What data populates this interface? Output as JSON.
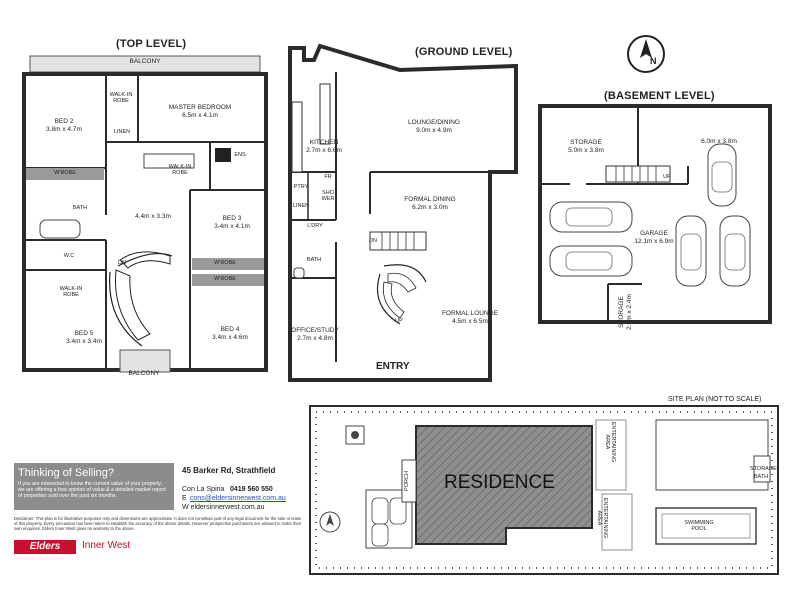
{
  "levels": {
    "top": "(TOP LEVEL)",
    "ground": "(GROUND LEVEL)",
    "basement": "(BASEMENT LEVEL)"
  },
  "top_level": {
    "balcony_top": "BALCONY",
    "balcony_bottom": "BALCONY",
    "bed2": {
      "name": "BED 2",
      "size": "3.8m x 4.7m"
    },
    "walkin_robe_1": "WALK-IN ROBE",
    "linen": "LINEN",
    "master": {
      "name": "MASTER BEDROOM",
      "size": "6.5m x 4.1m"
    },
    "walkin_robe_2": "WALK-IN ROBE",
    "ens": "ENS",
    "wrobe_1": "W'ROBE",
    "bath": "BATH",
    "hall": {
      "name": "",
      "size": "4.4m x 3.3m"
    },
    "bed3": {
      "name": "BED 3",
      "size": "3.4m x 4.1m"
    },
    "wc": "W.C",
    "walkin_robe_3": "WALK-IN ROBE",
    "dn": "DN",
    "wrobe_2": "W'ROBE",
    "wrobe_3": "W'ROBE",
    "bed5": {
      "name": "BED 5",
      "size": "3.4m x 3.4m"
    },
    "bed4": {
      "name": "BED 4",
      "size": "3.4m x 4.6m"
    }
  },
  "ground_level": {
    "kitchen": {
      "name": "KITCHEN",
      "size": "2.7m x 6.6m"
    },
    "lounge_dining": {
      "name": "LOUNGE/DINING",
      "size": "9.0m x 4.9m"
    },
    "ptry": "PTRY",
    "fr": "FR",
    "shower": "SHO WER",
    "linen": "LINEN",
    "formal_dining": {
      "name": "FORMAL DINING",
      "size": "6.2m x 3.0m"
    },
    "ldry": "L'DRY",
    "dn": "DN",
    "bath": "BATH",
    "office": {
      "name": "OFFICE/STUDY",
      "size": "2.7m x 4.8m"
    },
    "formal_lounge": {
      "name": "FORMAL LOUNGE",
      "size": "4.5m x 6.5m"
    },
    "up": "UP",
    "entry": "ENTRY"
  },
  "basement_level": {
    "storage1": {
      "name": "STORAGE",
      "size": "5.0m x 3.8m"
    },
    "extra_room": {
      "name": "",
      "size": "6.0m x 3.8m"
    },
    "up": "UP",
    "garage": {
      "name": "GARAGE",
      "size": "12.1m x 6.9m"
    },
    "storage2": {
      "name": "STORAGE",
      "size": "2.0m x 2.4m"
    }
  },
  "site_plan": {
    "title": "SITE PLAN (NOT TO SCALE)",
    "residence": "RESIDENCE",
    "porch": "PORCH",
    "entertaining_1": "ENTERTAINING AREA",
    "entertaining_2": "ENTERTAINING AREA",
    "storage": "STORAGE",
    "bath": "BATH",
    "pool": "SWIMMING POOL"
  },
  "compass": {
    "letter": "N"
  },
  "promo": {
    "heading": "Thinking of Selling?",
    "body": "If you are interested to know the current value of your property, we are offering a free opinion of value & a detailed market report of properties sold over the past six months."
  },
  "listing": {
    "address": "45 Barker Rd, Strathfield",
    "agent": "Con La Spina",
    "phone": "0419 560 550",
    "email_prefix": "E",
    "email": "cons@eldersinnerwest.com.au",
    "web": "W eldersinnerwest.com.au"
  },
  "branding": {
    "brand": "Elders",
    "office": "Inner West"
  },
  "disclaimer": "Disclaimer: This plan is for illustrative purposes only and dimensions are approximate. It does not constitute part of any legal document for the sale or lease of this property. Every precaution has been taken to establish the accuracy of the above details. However prospective purchasers are advised to make their own enquiries. Elders Inner West gives no warranty to the above.",
  "colors": {
    "wall": "#2b2b2b",
    "gray": "#9a9a9a",
    "promo_bg": "#8b8c8e",
    "brand_red": "#c8102e"
  }
}
